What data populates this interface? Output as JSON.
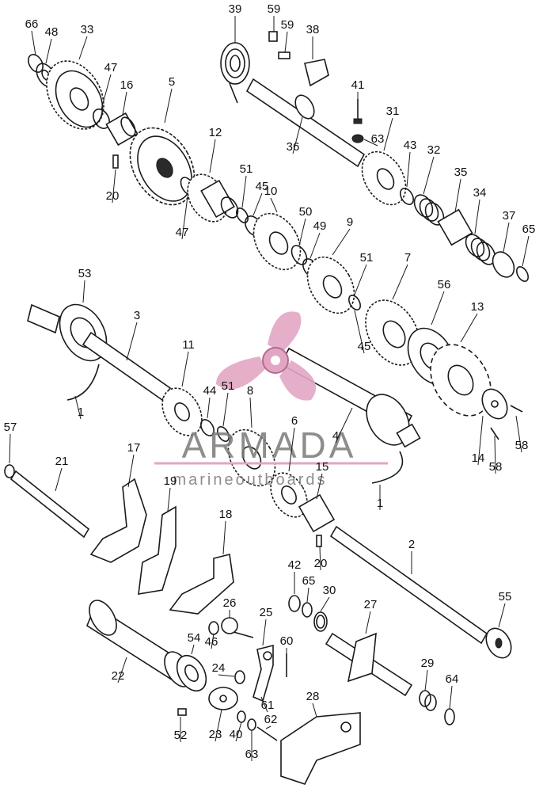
{
  "watermark": {
    "brand": "ARMADA",
    "tagline": "marineoutboards",
    "accent_color": "#e2a6c4"
  },
  "callouts": [
    {
      "label": "66"
    },
    {
      "label": "48"
    },
    {
      "label": "33"
    },
    {
      "label": "47"
    },
    {
      "label": "16"
    },
    {
      "label": "5"
    },
    {
      "label": "20"
    },
    {
      "label": "47"
    },
    {
      "label": "12"
    },
    {
      "label": "51"
    },
    {
      "label": "45"
    },
    {
      "label": "10"
    },
    {
      "label": "50"
    },
    {
      "label": "49"
    },
    {
      "label": "9"
    },
    {
      "label": "51"
    },
    {
      "label": "45"
    },
    {
      "label": "7"
    },
    {
      "label": "56"
    },
    {
      "label": "13"
    },
    {
      "label": "39"
    },
    {
      "label": "59"
    },
    {
      "label": "59"
    },
    {
      "label": "38"
    },
    {
      "label": "41"
    },
    {
      "label": "63"
    },
    {
      "label": "36"
    },
    {
      "label": "31"
    },
    {
      "label": "43"
    },
    {
      "label": "32"
    },
    {
      "label": "35"
    },
    {
      "label": "34"
    },
    {
      "label": "37"
    },
    {
      "label": "65"
    },
    {
      "label": "53"
    },
    {
      "label": "3"
    },
    {
      "label": "1"
    },
    {
      "label": "11"
    },
    {
      "label": "44"
    },
    {
      "label": "51"
    },
    {
      "label": "8"
    },
    {
      "label": "6"
    },
    {
      "label": "4"
    },
    {
      "label": "15"
    },
    {
      "label": "1"
    },
    {
      "label": "14"
    },
    {
      "label": "58"
    },
    {
      "label": "58"
    },
    {
      "label": "57"
    },
    {
      "label": "21"
    },
    {
      "label": "17"
    },
    {
      "label": "19"
    },
    {
      "label": "18"
    },
    {
      "label": "20"
    },
    {
      "label": "2"
    },
    {
      "label": "55"
    },
    {
      "label": "42"
    },
    {
      "label": "65"
    },
    {
      "label": "30"
    },
    {
      "label": "27"
    },
    {
      "label": "26"
    },
    {
      "label": "25"
    },
    {
      "label": "60"
    },
    {
      "label": "46"
    },
    {
      "label": "54"
    },
    {
      "label": "22"
    },
    {
      "label": "24"
    },
    {
      "label": "29"
    },
    {
      "label": "64"
    },
    {
      "label": "28"
    },
    {
      "label": "61"
    },
    {
      "label": "62"
    },
    {
      "label": "23"
    },
    {
      "label": "40"
    },
    {
      "label": "63"
    },
    {
      "label": "52"
    }
  ]
}
